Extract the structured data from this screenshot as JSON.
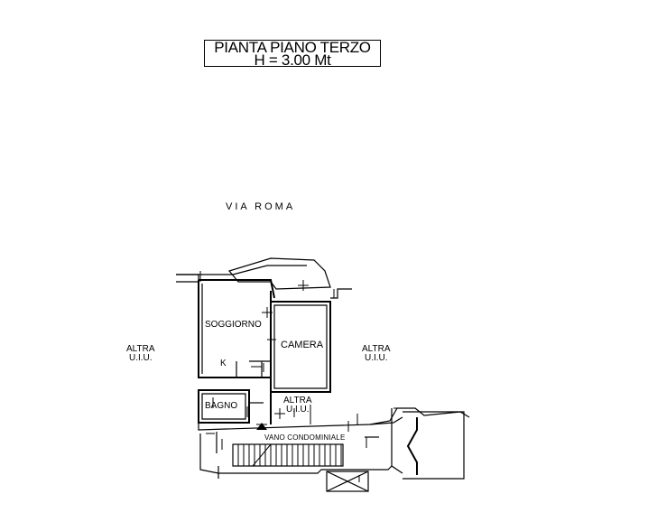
{
  "header": {
    "title": "PIANTA PIANO TERZO",
    "height": "H = 3.00 Mt"
  },
  "street": "VIA ROMA",
  "rooms": {
    "living": "SOGGIORNO",
    "bedroom": "CAMERA",
    "kitchen": "K",
    "bathroom": "BAGNO",
    "stairwell": "VANO CONDOMINIALE"
  },
  "other_units": {
    "left": [
      "ALTRA",
      "U.I.U."
    ],
    "right": [
      "ALTRA",
      "U.I.U."
    ],
    "center": [
      "ALTRA",
      "U.I.U."
    ]
  }
}
